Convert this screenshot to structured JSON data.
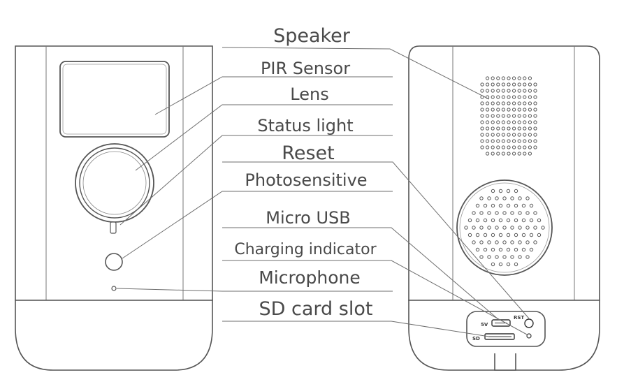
{
  "labels": {
    "speaker": "Speaker",
    "pir_sensor": "PIR Sensor",
    "lens": "Lens",
    "status_light": "Status light",
    "reset": "Reset",
    "photosensitive": "Photosensitive",
    "micro_usb": "Micro USB",
    "charging_indicator": "Charging indicator",
    "microphone": "Microphone",
    "sd_card_slot": "SD card slot"
  },
  "port_marks": {
    "rst": "RST",
    "five_v": "5V",
    "sd": "SD"
  }
}
